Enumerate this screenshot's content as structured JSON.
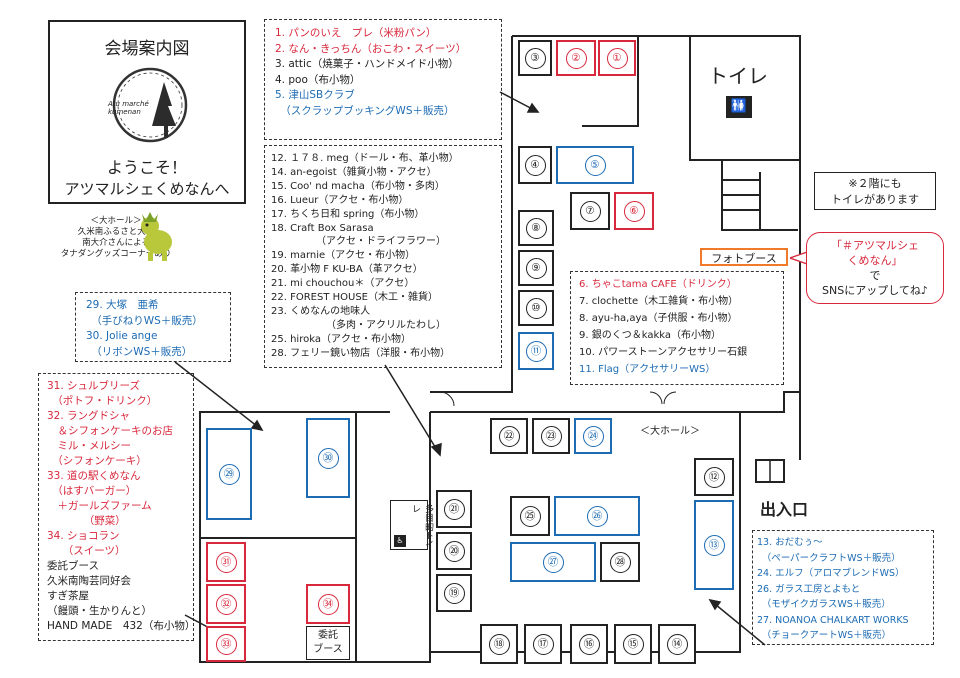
{
  "title": {
    "main": "会場案内図",
    "logo_text": "Atu marché kumenan",
    "welcome_1": "ようこそ！",
    "welcome_2": "アツマルシェくめなんへ"
  },
  "small_hall_note": [
    "＜大ホール＞",
    "久米南ふるさと大使",
    "南大介さんによる",
    "タナダングッズコーナーあり"
  ],
  "lists": {
    "top": [
      {
        "text": "1. パンのいえ　プレ（米粉パン）",
        "color": "r"
      },
      {
        "text": "2. なん・きっちん（おこわ・スイーツ）",
        "color": "r"
      },
      {
        "text": "3. attic（焼菓子・ハンドメイド小物）",
        "color": "k"
      },
      {
        "text": "4. poo（布小物）",
        "color": "k"
      },
      {
        "text": "5. 津山SBクラブ",
        "color": "b"
      },
      {
        "text": "　（スクラップブッキングWS＋販売）",
        "color": "b"
      }
    ],
    "middle": [
      {
        "text": "12. １７８. meg（ドール・布、革小物）",
        "color": "k"
      },
      {
        "text": "14. an-egoist（雑貨小物・アクセ）",
        "color": "k"
      },
      {
        "text": "15. Coo' nd macha（布小物・多肉）",
        "color": "k"
      },
      {
        "text": "16. Lueur（アクセ・布小物）",
        "color": "k"
      },
      {
        "text": "17. ちくち日和 spring（布小物）",
        "color": "k"
      },
      {
        "text": "18. Craft Box Sarasa",
        "color": "k"
      },
      {
        "text": "　　　　　（アクセ・ドライフラワー）",
        "color": "k"
      },
      {
        "text": "19. marnie（アクセ・布小物）",
        "color": "k"
      },
      {
        "text": "20. 革小物 F KU-BA（革アクセ）",
        "color": "k"
      },
      {
        "text": "21. mi chouchou＊（アクセ）",
        "color": "k"
      },
      {
        "text": "22. FOREST HOUSE（木工・雑貨）",
        "color": "k"
      },
      {
        "text": "23. くめなんの地味人",
        "color": "k"
      },
      {
        "text": "　　　　　　（多肉・アクリルたわし）",
        "color": "k"
      },
      {
        "text": "25. hiroka（アクセ・布小物）",
        "color": "k"
      },
      {
        "text": "28. フェリー鏡い物店（洋服・布小物）",
        "color": "k"
      }
    ],
    "right": [
      {
        "text": "6. ちゃこtama CAFE（ドリンク）",
        "color": "r"
      },
      {
        "text": "7. clochette（木工雑貨・布小物）",
        "color": "k"
      },
      {
        "text": "8. ayu-ha,aya（子供服・布小物）",
        "color": "k"
      },
      {
        "text": "9. 銀のくつ＆kakka（布小物）",
        "color": "k"
      },
      {
        "text": "10. パワーストーンアクセサリー石銀",
        "color": "k"
      },
      {
        "text": "11. Flag（アクセサリーWS）",
        "color": "b"
      }
    ],
    "left_blue": [
      {
        "text": "29. 大塚　亜希",
        "color": "b"
      },
      {
        "text": "　（手びねりWS＋販売）",
        "color": "b"
      },
      {
        "text": "30. Jolie ange",
        "color": "b"
      },
      {
        "text": "　（リボンWS＋販売）",
        "color": "b"
      }
    ],
    "left_red": [
      {
        "text": "31. シュルブリーズ",
        "color": "r"
      },
      {
        "text": "　（ポトフ・ドリンク）",
        "color": "r"
      },
      {
        "text": "32. ラングドシャ",
        "color": "r"
      },
      {
        "text": "　＆シフォンケーキのお店",
        "color": "r"
      },
      {
        "text": "　ミル・メルシー",
        "color": "r"
      },
      {
        "text": "　（シフォンケーキ）",
        "color": "r"
      },
      {
        "text": "33. 道の駅くめなん",
        "color": "r"
      },
      {
        "text": "　（はすバーガー）",
        "color": "r"
      },
      {
        "text": "　＋ガールズファーム",
        "color": "r"
      },
      {
        "text": "　　　　（野菜）",
        "color": "r"
      },
      {
        "text": "34. ショコラン",
        "color": "r"
      },
      {
        "text": "　　（スイーツ）",
        "color": "r"
      },
      {
        "text": "委託ブース",
        "color": "k"
      },
      {
        "text": "久米南陶芸同好会",
        "color": "k"
      },
      {
        "text": "すぎ茶屋",
        "color": "k"
      },
      {
        "text": "（饅頭・生かりんと）",
        "color": "k"
      },
      {
        "text": "HAND MADE　432（布小物）",
        "color": "k"
      }
    ],
    "bottom_right": [
      {
        "text": "13. おだむぅ〜",
        "color": "b"
      },
      {
        "text": "　（ペーパークラフトWS＋販売）",
        "color": "b"
      },
      {
        "text": "24. エルフ（アロマブレンドWS）",
        "color": "b"
      },
      {
        "text": "26. ガラス工房とよもと",
        "color": "b"
      },
      {
        "text": "　（モザイクガラスWS＋販売）",
        "color": "b"
      },
      {
        "text": "27. NOANOA CHALKART WORKS",
        "color": "b"
      },
      {
        "text": "　（チョークアートWS＋販売）",
        "color": "b"
      }
    ]
  },
  "labels": {
    "toilet": "トイレ",
    "toilet_note_1": "※２階にも",
    "toilet_note_2": "トイレがあります",
    "photo_booth": "フォトブース",
    "sns_1": "「＃アツマルシェ",
    "sns_2": "くめなん」",
    "sns_3": "で",
    "sns_4": "SNSにアップしてね♪",
    "big_hall": "＜大ホール＞",
    "entrance": "出入口",
    "multi_toilet": "多目的トイレ",
    "consign_1": "委託",
    "consign_2": "ブース"
  },
  "stalls": [
    {
      "n": "③",
      "c": "k"
    },
    {
      "n": "②",
      "c": "r"
    },
    {
      "n": "①",
      "c": "r"
    },
    {
      "n": "④",
      "c": "k"
    },
    {
      "n": "⑤",
      "c": "b"
    },
    {
      "n": "⑦",
      "c": "k"
    },
    {
      "n": "⑥",
      "c": "r"
    },
    {
      "n": "⑧",
      "c": "k"
    },
    {
      "n": "⑨",
      "c": "k"
    },
    {
      "n": "⑩",
      "c": "k"
    },
    {
      "n": "⑪",
      "c": "b"
    },
    {
      "n": "㉒",
      "c": "k"
    },
    {
      "n": "㉓",
      "c": "k"
    },
    {
      "n": "㉔",
      "c": "b"
    },
    {
      "n": "⑫",
      "c": "k"
    },
    {
      "n": "⑬",
      "c": "b"
    },
    {
      "n": "㉑",
      "c": "k"
    },
    {
      "n": "⑳",
      "c": "k"
    },
    {
      "n": "⑲",
      "c": "k"
    },
    {
      "n": "㉕",
      "c": "k"
    },
    {
      "n": "㉖",
      "c": "b"
    },
    {
      "n": "㉗",
      "c": "b"
    },
    {
      "n": "㉘",
      "c": "k"
    },
    {
      "n": "⑱",
      "c": "k"
    },
    {
      "n": "⑰",
      "c": "k"
    },
    {
      "n": "⑯",
      "c": "k"
    },
    {
      "n": "⑮",
      "c": "k"
    },
    {
      "n": "⑭",
      "c": "k"
    },
    {
      "n": "㉙",
      "c": "b"
    },
    {
      "n": "㉚",
      "c": "b"
    },
    {
      "n": "㉛",
      "c": "r"
    },
    {
      "n": "㉜",
      "c": "r"
    },
    {
      "n": "㉝",
      "c": "r"
    },
    {
      "n": "㉞",
      "c": "r"
    }
  ]
}
